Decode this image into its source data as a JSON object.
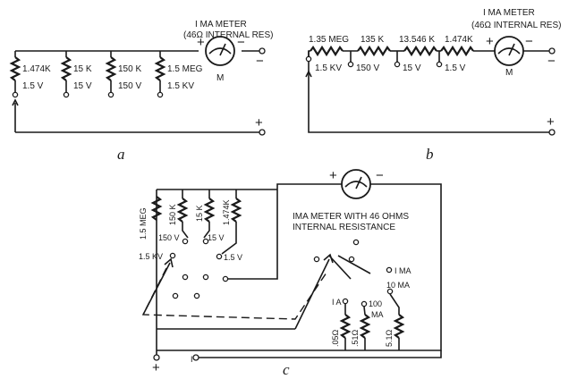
{
  "figure_a": {
    "caption": "a",
    "meter_label_line1": "I MA METER",
    "meter_label_line2": "(46Ω INTERNAL RES)",
    "meter_letter": "M",
    "plus": "+",
    "minus": "−",
    "out_minus": "−",
    "out_plus": "+",
    "resistors": [
      {
        "value": "1.474K",
        "range": "1.5 V"
      },
      {
        "value": "15 K",
        "range": "15 V"
      },
      {
        "value": "150 K",
        "range": "150 V"
      },
      {
        "value": "1.5 MEG",
        "range": "1.5 KV"
      }
    ]
  },
  "figure_b": {
    "caption": "b",
    "meter_label_line1": "I MA METER",
    "meter_label_line2": "(46Ω INTERNAL RES)",
    "meter_letter": "M",
    "plus": "+",
    "minus": "−",
    "out_minus": "−",
    "out_plus": "+",
    "resistors": [
      "1.35 MEG",
      "135 K",
      "13.546 K",
      "1.474K"
    ],
    "taps": [
      "1.5 KV",
      "150 V",
      "15 V",
      "1.5 V"
    ]
  },
  "figure_c": {
    "caption": "c",
    "meter_label_line1": "IMA METER WITH 46 OHMS",
    "meter_label_line2": "INTERNAL RESISTANCE",
    "plus": "+",
    "minus": "−",
    "volt_resistors": [
      "1.5 MEG",
      "150 K",
      "15 K",
      "1.474K"
    ],
    "volt_taps": [
      "150 V",
      "15 V",
      "1.5 KV",
      "1.5 V"
    ],
    "current_taps": [
      "I MA",
      "10 MA",
      "I A",
      "100",
      "MA"
    ],
    "shunts": [
      ".05Ω",
      ".51Ω",
      "5.1Ω"
    ],
    "bottom_plus": "+",
    "bottom_minus": "I"
  }
}
